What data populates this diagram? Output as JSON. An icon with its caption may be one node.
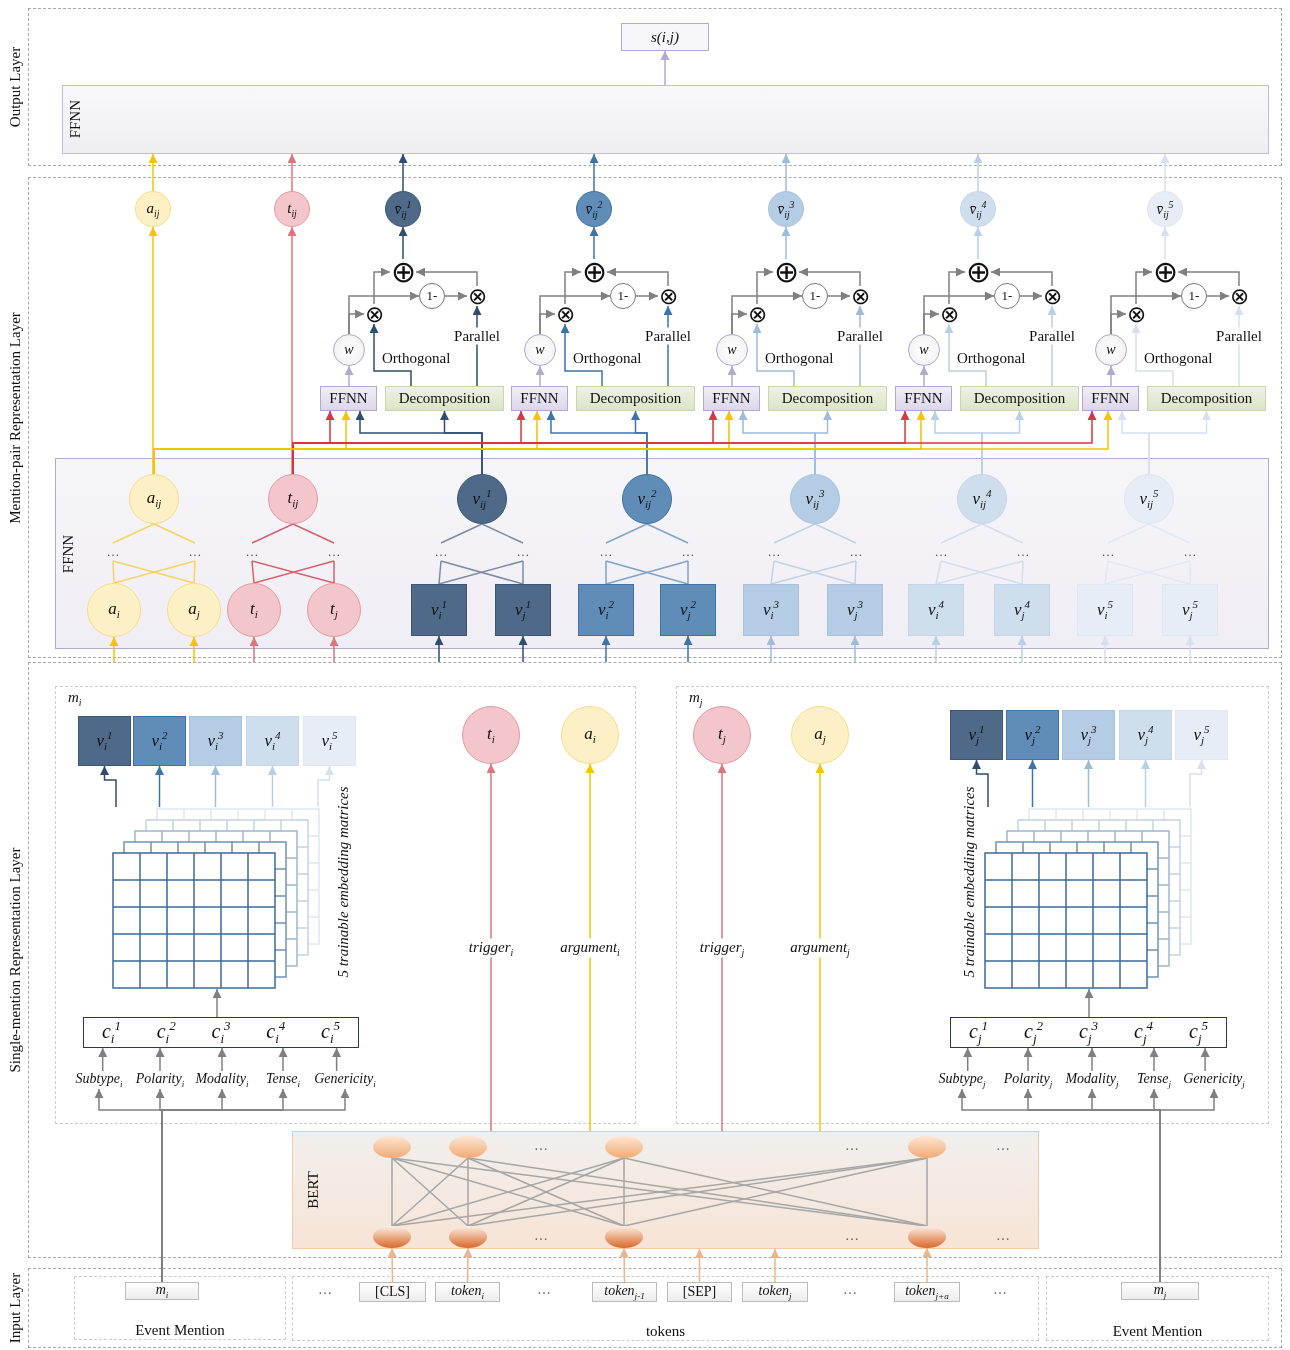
{
  "diagram": {
    "nodes": [
      {
        "text": [
          "Output Layer"
        ]
      },
      {
        "text": [
          "FFNN"
        ],
        "in": 0
      },
      {
        "text": [
          "s(i,j)"
        ],
        "in": 0
      },
      {
        "text": [
          "Mention-pair Representation Layer"
        ]
      },
      {
        "text": [
          "a$_{ij}$"
        ],
        "in": 3
      },
      {
        "text": [
          "t$_{ij}$"
        ],
        "in": 3
      },
      {
        "text": [
          "v̄$_{ij}$$^{1}$"
        ],
        "in": 3
      },
      {
        "text": [
          "v̄$_{ij}$$^{2}$"
        ],
        "in": 3
      },
      {
        "text": [
          "v̄$_{ij}$$^{3}$"
        ],
        "in": 3
      },
      {
        "text": [
          "v̄$_{ij}$$^{4}$"
        ],
        "in": 3
      },
      {
        "text": [
          "v̄$_{ij}$$^{5}$"
        ],
        "in": 3
      },
      {
        "text": [
          "⊕"
        ],
        "in": 3
      },
      {
        "text": [
          "⊗"
        ],
        "in": 3
      },
      {
        "text": [
          "1-"
        ],
        "in": 3
      },
      {
        "text": [
          "⊗"
        ],
        "in": 3
      },
      {
        "text": [
          "w"
        ],
        "in": 3
      },
      {
        "text": [
          "FFNN"
        ],
        "in": 3
      },
      {
        "text": [
          "Decomposition"
        ],
        "in": 3
      },
      {
        "text": [
          "⊕"
        ],
        "in": 3
      },
      {
        "text": [
          "⊗"
        ],
        "in": 3
      },
      {
        "text": [
          "1-"
        ],
        "in": 3
      },
      {
        "text": [
          "⊗"
        ],
        "in": 3
      },
      {
        "text": [
          "w"
        ],
        "in": 3
      },
      {
        "text": [
          "FFNN"
        ],
        "in": 3
      },
      {
        "text": [
          "Decomposition"
        ],
        "in": 3
      },
      {
        "text": [
          "⊕"
        ],
        "in": 3
      },
      {
        "text": [
          "⊗"
        ],
        "in": 3
      },
      {
        "text": [
          "1-"
        ],
        "in": 3
      },
      {
        "text": [
          "⊗"
        ],
        "in": 3
      },
      {
        "text": [
          "w"
        ],
        "in": 3
      },
      {
        "text": [
          "FFNN"
        ],
        "in": 3
      },
      {
        "text": [
          "Decomposition"
        ],
        "in": 3
      },
      {
        "text": [
          "⊕"
        ],
        "in": 3
      },
      {
        "text": [
          "⊗"
        ],
        "in": 3
      },
      {
        "text": [
          "1-"
        ],
        "in": 3
      },
      {
        "text": [
          "⊗"
        ],
        "in": 3
      },
      {
        "text": [
          "w"
        ],
        "in": 3
      },
      {
        "text": [
          "FFNN"
        ],
        "in": 3
      },
      {
        "text": [
          "Decomposition"
        ],
        "in": 3
      },
      {
        "text": [
          "⊕"
        ],
        "in": 3
      },
      {
        "text": [
          "⊗"
        ],
        "in": 3
      },
      {
        "text": [
          "1-"
        ],
        "in": 3
      },
      {
        "text": [
          "⊗"
        ],
        "in": 3
      },
      {
        "text": [
          "w"
        ],
        "in": 3
      },
      {
        "text": [
          "FFNN"
        ],
        "in": 3
      },
      {
        "text": [
          "Decomposition"
        ],
        "in": 3
      },
      {
        "text": [
          "FFNN"
        ],
        "in": 3
      },
      {
        "text": [
          "a$_{ij}$"
        ],
        "in": 46
      },
      {
        "text": [
          "t$_{ij}$"
        ],
        "in": 46
      },
      {
        "text": [
          "v$_{ij}$$^{1}$"
        ],
        "in": 46
      },
      {
        "text": [
          "v$_{ij}$$^{2}$"
        ],
        "in": 46
      },
      {
        "text": [
          "v$_{ij}$$^{3}$"
        ],
        "in": 46
      },
      {
        "text": [
          "v$_{ij}$$^{4}$"
        ],
        "in": 46
      },
      {
        "text": [
          "v$_{ij}$$^{5}$"
        ],
        "in": 46
      },
      {
        "text": [
          "…"
        ],
        "in": 46
      },
      {
        "text": [
          "…"
        ],
        "in": 46
      },
      {
        "text": [
          "…"
        ],
        "in": 46
      },
      {
        "text": [
          "…"
        ],
        "in": 46
      },
      {
        "text": [
          "…"
        ],
        "in": 46
      },
      {
        "text": [
          "…"
        ],
        "in": 46
      },
      {
        "text": [
          "…"
        ],
        "in": 46
      },
      {
        "text": [
          "…"
        ],
        "in": 46
      },
      {
        "text": [
          "…"
        ],
        "in": 46
      },
      {
        "text": [
          "…"
        ],
        "in": 46
      },
      {
        "text": [
          "…"
        ],
        "in": 46
      },
      {
        "text": [
          "…"
        ],
        "in": 46
      },
      {
        "text": [
          "…"
        ],
        "in": 46
      },
      {
        "text": [
          "…"
        ],
        "in": 46
      },
      {
        "text": [
          "a$_{i}$"
        ],
        "in": 46
      },
      {
        "text": [
          "a$_{j}$"
        ],
        "in": 46
      },
      {
        "text": [
          "t$_{i}$"
        ],
        "in": 46
      },
      {
        "text": [
          "t$_{j}$"
        ],
        "in": 46
      },
      {
        "text": [
          "v$_{i}$$^{1}$"
        ],
        "in": 46
      },
      {
        "text": [
          "v$_{j}$$^{1}$"
        ],
        "in": 46
      },
      {
        "text": [
          "v$_{i}$$^{2}$"
        ],
        "in": 46
      },
      {
        "text": [
          "v$_{j}$$^{2}$"
        ],
        "in": 46
      },
      {
        "text": [
          "v$_{i}$$^{3}$"
        ],
        "in": 46
      },
      {
        "text": [
          "v$_{j}$$^{3}$"
        ],
        "in": 46
      },
      {
        "text": [
          "v$_{i}$$^{4}$"
        ],
        "in": 46
      },
      {
        "text": [
          "v$_{j}$$^{4}$"
        ],
        "in": 46
      },
      {
        "text": [
          "v$_{i}$$^{5}$"
        ],
        "in": 46
      },
      {
        "text": [
          "v$_{j}$$^{5}$"
        ],
        "in": 46
      },
      {
        "text": [
          "Single-mention Representation Layer"
        ]
      },
      {
        "text": [
          "m$_{i}$"
        ],
        "in": 82
      },
      {
        "text": [
          "v$_{i}$$^{1}$"
        ],
        "in": 83
      },
      {
        "text": [
          "v$_{i}$$^{2}$"
        ],
        "in": 83
      },
      {
        "text": [
          "v$_{i}$$^{3}$"
        ],
        "in": 83
      },
      {
        "text": [
          "v$_{i}$$^{4}$"
        ],
        "in": 83
      },
      {
        "text": [
          "v$_{i}$$^{5}$"
        ],
        "in": 83
      },
      {
        "text": [
          "t$_{i}$"
        ],
        "in": 83
      },
      {
        "text": [
          "a$_{i}$"
        ],
        "in": 83
      },
      {
        "text": [],
        "shape": "box",
        "in": 83,
        "beside": [
          "5 trainable embedding matrices"
        ]
      },
      {
        "text": [
          "c$_{i}$$^{1}$",
          "c$_{i}$$^{2}$",
          "c$_{i}$$^{3}$",
          "c$_{i}$$^{4}$",
          "c$_{i}$$^{5}$"
        ],
        "in": 83
      },
      {
        "text": [
          "Subtype$_{i}$"
        ],
        "in": 83
      },
      {
        "text": [
          "Polarity$_{i}$"
        ],
        "in": 83
      },
      {
        "text": [
          "Modality$_{i}$"
        ],
        "in": 83
      },
      {
        "text": [
          "Tense$_{i}$"
        ],
        "in": 83
      },
      {
        "text": [
          "Genericity$_{i}$"
        ],
        "in": 83
      },
      {
        "text": [
          "m$_{j}$"
        ],
        "in": 82
      },
      {
        "text": [
          "t$_{j}$"
        ],
        "in": 98
      },
      {
        "text": [
          "a$_{j}$"
        ],
        "in": 98
      },
      {
        "text": [
          "v$_{j}$$^{1}$"
        ],
        "in": 98
      },
      {
        "text": [
          "v$_{j}$$^{2}$"
        ],
        "in": 98
      },
      {
        "text": [
          "v$_{j}$$^{3}$"
        ],
        "in": 98
      },
      {
        "text": [
          "v$_{j}$$^{4}$"
        ],
        "in": 98
      },
      {
        "text": [
          "v$_{j}$$^{5}$"
        ],
        "in": 98
      },
      {
        "text": [],
        "shape": "box",
        "in": 98,
        "beside": [
          "5 trainable embedding matrices"
        ]
      },
      {
        "text": [
          "c$_{j}$$^{1}$",
          "c$_{j}$$^{2}$",
          "c$_{j}$$^{3}$",
          "c$_{j}$$^{4}$",
          "c$_{j}$$^{5}$"
        ],
        "in": 98
      },
      {
        "text": [
          "Subtype$_{j}$"
        ],
        "in": 98
      },
      {
        "text": [
          "Polarity$_{j}$"
        ],
        "in": 98
      },
      {
        "text": [
          "Modality$_{j}$"
        ],
        "in": 98
      },
      {
        "text": [
          "Tense$_{j}$"
        ],
        "in": 98
      },
      {
        "text": [
          "Genericity$_{j}$"
        ],
        "in": 98
      },
      {
        "text": [
          "BERT"
        ],
        "in": 82
      },
      {
        "text": [],
        "shape": "circle",
        "in": 113
      },
      {
        "text": [],
        "shape": "circle",
        "in": 113
      },
      {
        "text": [],
        "shape": "circle",
        "in": 113
      },
      {
        "text": [],
        "shape": "circle",
        "in": 113
      },
      {
        "text": [],
        "shape": "circle",
        "in": 113
      },
      {
        "text": [],
        "shape": "circle",
        "in": 113
      },
      {
        "text": [],
        "shape": "circle",
        "in": 113
      },
      {
        "text": [],
        "shape": "circle",
        "in": 113
      },
      {
        "text": [
          "Input Layer"
        ]
      },
      {
        "text": [
          "Event Mention"
        ],
        "in": 122
      },
      {
        "text": [
          "m$_{i}$"
        ],
        "in": 123
      },
      {
        "text": [
          "tokens"
        ],
        "in": 122
      },
      {
        "text": [
          "[CLS]"
        ],
        "in": 125
      },
      {
        "text": [
          "token$_{i}$"
        ],
        "in": 125
      },
      {
        "text": [
          "token$_{j-1}$"
        ],
        "in": 125
      },
      {
        "text": [
          "[SEP]"
        ],
        "in": 125
      },
      {
        "text": [
          "token$_{j}$"
        ],
        "in": 125
      },
      {
        "text": [
          "token$_{j+a}$"
        ],
        "in": 125
      },
      {
        "text": [
          "Event Mention"
        ],
        "in": 122
      },
      {
        "text": [
          "m$_{j}$"
        ],
        "in": 132
      }
    ],
    "edges": [
      {
        "from": 1,
        "to": 2,
        "arrow": "to",
        "color": "#b4a7d0"
      },
      {
        "from": 4,
        "to": 1,
        "arrow": "to",
        "color": "#f5c400"
      },
      {
        "from": 5,
        "to": 1,
        "arrow": "to",
        "color": "#e0747c"
      },
      {
        "from": 6,
        "to": 1,
        "arrow": "to",
        "color": "#2e4e70"
      },
      {
        "from": 7,
        "to": 1,
        "arrow": "to",
        "color": "#3f73a8"
      },
      {
        "from": 8,
        "to": 1,
        "arrow": "to",
        "color": "#9dbbdb"
      },
      {
        "from": 9,
        "to": 1,
        "arrow": "to",
        "color": "#b9cfe5"
      },
      {
        "from": 10,
        "to": 1,
        "arrow": "to",
        "color": "#d5e1ee"
      },
      {
        "from": 47,
        "to": 4,
        "arrow": "to",
        "color": "#f5c400"
      },
      {
        "from": 48,
        "to": 5,
        "arrow": "to",
        "color": "#e0747c"
      },
      {
        "from": 16,
        "to": 15,
        "arrow": "to",
        "color": "#b4a7d0"
      },
      {
        "from": 15,
        "to": 12,
        "arrow": "to"
      },
      {
        "from": 15,
        "to": 13,
        "arrow": "to"
      },
      {
        "from": 12,
        "to": 11,
        "arrow": "to"
      },
      {
        "from": 13,
        "to": 14,
        "arrow": "to"
      },
      {
        "from": 14,
        "to": 11,
        "arrow": "to"
      },
      {
        "from": 17,
        "to": 12,
        "arrow": "to",
        "label": "Orthogonal",
        "color": "#2e4e70"
      },
      {
        "from": 17,
        "to": 14,
        "arrow": "to",
        "label": "Parallel",
        "color": "#2e4e70"
      },
      {
        "from": 11,
        "to": 6,
        "arrow": "to",
        "color": "#2e4e70"
      },
      {
        "from": 48,
        "to": 16,
        "arrow": "to",
        "color": "#d9363e"
      },
      {
        "from": 47,
        "to": 16,
        "arrow": "to",
        "color": "#f5c400"
      },
      {
        "from": 49,
        "to": 16,
        "arrow": "to",
        "color": "#2e4e70"
      },
      {
        "from": 49,
        "to": 17,
        "arrow": "to",
        "color": "#2e4e70"
      },
      {
        "from": 23,
        "to": 22,
        "arrow": "to",
        "color": "#b4a7d0"
      },
      {
        "from": 22,
        "to": 19,
        "arrow": "to"
      },
      {
        "from": 22,
        "to": 20,
        "arrow": "to"
      },
      {
        "from": 19,
        "to": 18,
        "arrow": "to"
      },
      {
        "from": 20,
        "to": 21,
        "arrow": "to"
      },
      {
        "from": 21,
        "to": 18,
        "arrow": "to"
      },
      {
        "from": 24,
        "to": 19,
        "arrow": "to",
        "label": "Orthogonal",
        "color": "#3f73a8"
      },
      {
        "from": 24,
        "to": 21,
        "arrow": "to",
        "label": "Parallel",
        "color": "#3f73a8"
      },
      {
        "from": 18,
        "to": 7,
        "arrow": "to",
        "color": "#3f73a8"
      },
      {
        "from": 48,
        "to": 23,
        "arrow": "to",
        "color": "#d9363e"
      },
      {
        "from": 47,
        "to": 23,
        "arrow": "to",
        "color": "#f5c400"
      },
      {
        "from": 50,
        "to": 23,
        "arrow": "to",
        "color": "#3f73a8"
      },
      {
        "from": 50,
        "to": 24,
        "arrow": "to",
        "color": "#3f73a8"
      },
      {
        "from": 30,
        "to": 29,
        "arrow": "to",
        "color": "#b4a7d0"
      },
      {
        "from": 29,
        "to": 26,
        "arrow": "to"
      },
      {
        "from": 29,
        "to": 27,
        "arrow": "to"
      },
      {
        "from": 26,
        "to": 25,
        "arrow": "to"
      },
      {
        "from": 27,
        "to": 28,
        "arrow": "to"
      },
      {
        "from": 28,
        "to": 25,
        "arrow": "to"
      },
      {
        "from": 31,
        "to": 26,
        "arrow": "to",
        "label": "Orthogonal",
        "color": "#9dbbdb"
      },
      {
        "from": 31,
        "to": 28,
        "arrow": "to",
        "label": "Parallel",
        "color": "#9dbbdb"
      },
      {
        "from": 25,
        "to": 8,
        "arrow": "to",
        "color": "#9dbbdb"
      },
      {
        "from": 48,
        "to": 30,
        "arrow": "to",
        "color": "#d9363e"
      },
      {
        "from": 47,
        "to": 30,
        "arrow": "to",
        "color": "#f5c400"
      },
      {
        "from": 51,
        "to": 30,
        "arrow": "to",
        "color": "#9dbbdb"
      },
      {
        "from": 51,
        "to": 31,
        "arrow": "to",
        "color": "#9dbbdb"
      },
      {
        "from": 37,
        "to": 36,
        "arrow": "to",
        "color": "#b4a7d0"
      },
      {
        "from": 36,
        "to": 33,
        "arrow": "to"
      },
      {
        "from": 36,
        "to": 34,
        "arrow": "to"
      },
      {
        "from": 33,
        "to": 32,
        "arrow": "to"
      },
      {
        "from": 34,
        "to": 35,
        "arrow": "to"
      },
      {
        "from": 35,
        "to": 32,
        "arrow": "to"
      },
      {
        "from": 38,
        "to": 33,
        "arrow": "to",
        "label": "Orthogonal",
        "color": "#b9cfe5"
      },
      {
        "from": 38,
        "to": 35,
        "arrow": "to",
        "label": "Parallel",
        "color": "#b9cfe5"
      },
      {
        "from": 32,
        "to": 9,
        "arrow": "to",
        "color": "#b9cfe5"
      },
      {
        "from": 48,
        "to": 37,
        "arrow": "to",
        "color": "#d9363e"
      },
      {
        "from": 47,
        "to": 37,
        "arrow": "to",
        "color": "#f5c400"
      },
      {
        "from": 52,
        "to": 37,
        "arrow": "to",
        "color": "#b9cfe5"
      },
      {
        "from": 52,
        "to": 38,
        "arrow": "to",
        "color": "#b9cfe5"
      },
      {
        "from": 44,
        "to": 43,
        "arrow": "to",
        "color": "#b4a7d0"
      },
      {
        "from": 43,
        "to": 40,
        "arrow": "to"
      },
      {
        "from": 43,
        "to": 41,
        "arrow": "to"
      },
      {
        "from": 40,
        "to": 39,
        "arrow": "to"
      },
      {
        "from": 41,
        "to": 42,
        "arrow": "to"
      },
      {
        "from": 42,
        "to": 39,
        "arrow": "to"
      },
      {
        "from": 45,
        "to": 40,
        "arrow": "to",
        "label": "Orthogonal",
        "color": "#d5e1ee"
      },
      {
        "from": 45,
        "to": 42,
        "arrow": "to",
        "label": "Parallel",
        "color": "#d5e1ee"
      },
      {
        "from": 39,
        "to": 10,
        "arrow": "to",
        "color": "#d5e1ee"
      },
      {
        "from": 48,
        "to": 44,
        "arrow": "to",
        "color": "#d9363e"
      },
      {
        "from": 47,
        "to": 44,
        "arrow": "to",
        "color": "#f5c400"
      },
      {
        "from": 53,
        "to": 44,
        "arrow": "to",
        "color": "#d5e1ee"
      },
      {
        "from": 53,
        "to": 45,
        "arrow": "to",
        "color": "#d5e1ee"
      },
      {
        "from": 68,
        "to": 54,
        "arrow": "none",
        "color": "#f8d364"
      },
      {
        "from": 68,
        "to": 55,
        "arrow": "none",
        "color": "#f8d364"
      },
      {
        "from": 69,
        "to": 54,
        "arrow": "none",
        "color": "#f8d364"
      },
      {
        "from": 69,
        "to": 55,
        "arrow": "none",
        "color": "#f8d364"
      },
      {
        "from": 54,
        "to": 47,
        "arrow": "none",
        "color": "#f8d364"
      },
      {
        "from": 55,
        "to": 47,
        "arrow": "none",
        "color": "#f8d364"
      },
      {
        "from": 70,
        "to": 56,
        "arrow": "none",
        "color": "#d9606a"
      },
      {
        "from": 70,
        "to": 57,
        "arrow": "none",
        "color": "#d9606a"
      },
      {
        "from": 71,
        "to": 56,
        "arrow": "none",
        "color": "#d9606a"
      },
      {
        "from": 71,
        "to": 57,
        "arrow": "none",
        "color": "#d9606a"
      },
      {
        "from": 56,
        "to": 48,
        "arrow": "none",
        "color": "#d9606a"
      },
      {
        "from": 57,
        "to": 48,
        "arrow": "none",
        "color": "#d9606a"
      },
      {
        "from": 72,
        "to": 58,
        "arrow": "none",
        "color": "#7d8ba3"
      },
      {
        "from": 72,
        "to": 59,
        "arrow": "none",
        "color": "#7d8ba3"
      },
      {
        "from": 73,
        "to": 58,
        "arrow": "none",
        "color": "#7d8ba3"
      },
      {
        "from": 73,
        "to": 59,
        "arrow": "none",
        "color": "#7d8ba3"
      },
      {
        "from": 58,
        "to": 49,
        "arrow": "none",
        "color": "#7d8ba3"
      },
      {
        "from": 59,
        "to": 49,
        "arrow": "none",
        "color": "#7d8ba3"
      },
      {
        "from": 74,
        "to": 60,
        "arrow": "none",
        "color": "#7ea3c9"
      },
      {
        "from": 74,
        "to": 61,
        "arrow": "none",
        "color": "#7ea3c9"
      },
      {
        "from": 75,
        "to": 60,
        "arrow": "none",
        "color": "#7ea3c9"
      },
      {
        "from": 75,
        "to": 61,
        "arrow": "none",
        "color": "#7ea3c9"
      },
      {
        "from": 60,
        "to": 50,
        "arrow": "none",
        "color": "#7ea3c9"
      },
      {
        "from": 61,
        "to": 50,
        "arrow": "none",
        "color": "#7ea3c9"
      },
      {
        "from": 76,
        "to": 62,
        "arrow": "none",
        "color": "#c0d2e6"
      },
      {
        "from": 76,
        "to": 63,
        "arrow": "none",
        "color": "#c0d2e6"
      },
      {
        "from": 77,
        "to": 62,
        "arrow": "none",
        "color": "#c0d2e6"
      },
      {
        "from": 77,
        "to": 63,
        "arrow": "none",
        "color": "#c0d2e6"
      },
      {
        "from": 62,
        "to": 51,
        "arrow": "none",
        "color": "#c0d2e6"
      },
      {
        "from": 63,
        "to": 51,
        "arrow": "none",
        "color": "#c0d2e6"
      },
      {
        "from": 78,
        "to": 64,
        "arrow": "none",
        "color": "#d3dfec"
      },
      {
        "from": 78,
        "to": 65,
        "arrow": "none",
        "color": "#d3dfec"
      },
      {
        "from": 79,
        "to": 64,
        "arrow": "none",
        "color": "#d3dfec"
      },
      {
        "from": 79,
        "to": 65,
        "arrow": "none",
        "color": "#d3dfec"
      },
      {
        "from": 64,
        "to": 52,
        "arrow": "none",
        "color": "#d3dfec"
      },
      {
        "from": 65,
        "to": 52,
        "arrow": "none",
        "color": "#d3dfec"
      },
      {
        "from": 80,
        "to": 66,
        "arrow": "none",
        "color": "#e2e9f2"
      },
      {
        "from": 80,
        "to": 67,
        "arrow": "none",
        "color": "#e2e9f2"
      },
      {
        "from": 81,
        "to": 66,
        "arrow": "none",
        "color": "#e2e9f2"
      },
      {
        "from": 81,
        "to": 67,
        "arrow": "none",
        "color": "#e2e9f2"
      },
      {
        "from": 66,
        "to": 53,
        "arrow": "none",
        "color": "#e2e9f2"
      },
      {
        "from": 67,
        "to": 53,
        "arrow": "none",
        "color": "#e2e9f2"
      },
      {
        "from": 82,
        "to": 68,
        "arrow": "to",
        "color": "#f5c400"
      },
      {
        "from": 82,
        "to": 69,
        "arrow": "to",
        "color": "#f5c400"
      },
      {
        "from": 82,
        "to": 70,
        "arrow": "to",
        "color": "#e0747c"
      },
      {
        "from": 82,
        "to": 71,
        "arrow": "to",
        "color": "#e0747c"
      },
      {
        "from": 82,
        "to": 72,
        "arrow": "to",
        "color": "#2e4e70"
      },
      {
        "from": 82,
        "to": 73,
        "arrow": "to",
        "color": "#2e4e70"
      },
      {
        "from": 82,
        "to": 74,
        "arrow": "to",
        "color": "#3f73a8"
      },
      {
        "from": 82,
        "to": 75,
        "arrow": "to",
        "color": "#3f73a8"
      },
      {
        "from": 82,
        "to": 76,
        "arrow": "to",
        "color": "#9dbbdb"
      },
      {
        "from": 82,
        "to": 77,
        "arrow": "to",
        "color": "#9dbbdb"
      },
      {
        "from": 82,
        "to": 78,
        "arrow": "to",
        "color": "#b9cfe5"
      },
      {
        "from": 82,
        "to": 79,
        "arrow": "to",
        "color": "#b9cfe5"
      },
      {
        "from": 82,
        "to": 80,
        "arrow": "to",
        "color": "#d5e1ee"
      },
      {
        "from": 82,
        "to": 81,
        "arrow": "to",
        "color": "#d5e1ee"
      },
      {
        "from": 91,
        "to": 84,
        "arrow": "to",
        "color": "#2e4e70"
      },
      {
        "from": 91,
        "to": 85,
        "arrow": "to",
        "color": "#3f73a8"
      },
      {
        "from": 91,
        "to": 86,
        "arrow": "to",
        "color": "#9dbbdb"
      },
      {
        "from": 91,
        "to": 87,
        "arrow": "to",
        "color": "#b9cfe5"
      },
      {
        "from": 91,
        "to": 88,
        "arrow": "to",
        "color": "#d5e1ee"
      },
      {
        "from": 92,
        "to": 91,
        "arrow": "to"
      },
      {
        "from": 93,
        "to": 92,
        "arrow": "to"
      },
      {
        "from": 94,
        "to": 92,
        "arrow": "to"
      },
      {
        "from": 95,
        "to": 92,
        "arrow": "to"
      },
      {
        "from": 96,
        "to": 92,
        "arrow": "to"
      },
      {
        "from": 97,
        "to": 92,
        "arrow": "to"
      },
      {
        "from": 124,
        "to": 93,
        "arrow": "to"
      },
      {
        "from": 124,
        "to": 94,
        "arrow": "to"
      },
      {
        "from": 124,
        "to": 95,
        "arrow": "to"
      },
      {
        "from": 124,
        "to": 96,
        "arrow": "to"
      },
      {
        "from": 124,
        "to": 97,
        "arrow": "to"
      },
      {
        "from": 113,
        "to": 89,
        "arrow": "to",
        "label": "trigger$_{i}$",
        "color": "#e0747c"
      },
      {
        "from": 113,
        "to": 90,
        "arrow": "to",
        "label": "argument$_{i}$",
        "color": "#f5c400"
      },
      {
        "from": 106,
        "to": 101,
        "arrow": "to",
        "color": "#2e4e70"
      },
      {
        "from": 106,
        "to": 102,
        "arrow": "to",
        "color": "#3f73a8"
      },
      {
        "from": 106,
        "to": 103,
        "arrow": "to",
        "color": "#9dbbdb"
      },
      {
        "from": 106,
        "to": 104,
        "arrow": "to",
        "color": "#b9cfe5"
      },
      {
        "from": 106,
        "to": 105,
        "arrow": "to",
        "color": "#d5e1ee"
      },
      {
        "from": 107,
        "to": 106,
        "arrow": "to"
      },
      {
        "from": 108,
        "to": 107,
        "arrow": "to"
      },
      {
        "from": 109,
        "to": 107,
        "arrow": "to"
      },
      {
        "from": 110,
        "to": 107,
        "arrow": "to"
      },
      {
        "from": 111,
        "to": 107,
        "arrow": "to"
      },
      {
        "from": 112,
        "to": 107,
        "arrow": "to"
      },
      {
        "from": 133,
        "to": 108,
        "arrow": "to"
      },
      {
        "from": 133,
        "to": 109,
        "arrow": "to"
      },
      {
        "from": 133,
        "to": 110,
        "arrow": "to"
      },
      {
        "from": 133,
        "to": 111,
        "arrow": "to"
      },
      {
        "from": 133,
        "to": 112,
        "arrow": "to"
      },
      {
        "from": 113,
        "to": 99,
        "arrow": "to",
        "label": "trigger$_{j}$",
        "color": "#e0747c"
      },
      {
        "from": 113,
        "to": 100,
        "arrow": "to",
        "label": "argument$_{j}$",
        "color": "#f5c400"
      },
      {
        "from": 118,
        "to": 114,
        "arrow": "none",
        "color": "#a6a6a6"
      },
      {
        "from": 118,
        "to": 115,
        "arrow": "none",
        "color": "#a6a6a6"
      },
      {
        "from": 118,
        "to": 116,
        "arrow": "none",
        "color": "#a6a6a6"
      },
      {
        "from": 118,
        "to": 117,
        "arrow": "none",
        "color": "#a6a6a6"
      },
      {
        "from": 119,
        "to": 114,
        "arrow": "none",
        "color": "#a6a6a6"
      },
      {
        "from": 119,
        "to": 115,
        "arrow": "none",
        "color": "#a6a6a6"
      },
      {
        "from": 119,
        "to": 116,
        "arrow": "none",
        "color": "#a6a6a6"
      },
      {
        "from": 119,
        "to": 117,
        "arrow": "none",
        "color": "#a6a6a6"
      },
      {
        "from": 120,
        "to": 114,
        "arrow": "none",
        "color": "#a6a6a6"
      },
      {
        "from": 120,
        "to": 115,
        "arrow": "none",
        "color": "#a6a6a6"
      },
      {
        "from": 120,
        "to": 116,
        "arrow": "none",
        "color": "#a6a6a6"
      },
      {
        "from": 120,
        "to": 117,
        "arrow": "none",
        "color": "#a6a6a6"
      },
      {
        "from": 121,
        "to": 114,
        "arrow": "none",
        "color": "#a6a6a6"
      },
      {
        "from": 121,
        "to": 115,
        "arrow": "none",
        "color": "#a6a6a6"
      },
      {
        "from": 121,
        "to": 116,
        "arrow": "none",
        "color": "#a6a6a6"
      },
      {
        "from": 121,
        "to": 117,
        "arrow": "none",
        "color": "#a6a6a6"
      },
      {
        "from": 126,
        "to": 118,
        "arrow": "to",
        "color": "#f0b48a"
      },
      {
        "from": 127,
        "to": 119,
        "arrow": "to",
        "color": "#f0b48a"
      },
      {
        "from": 128,
        "to": 120,
        "arrow": "to",
        "color": "#f0b48a"
      },
      {
        "from": 131,
        "to": 121,
        "arrow": "to",
        "color": "#f0b48a"
      },
      {
        "from": 129,
        "to": 113,
        "arrow": "to",
        "color": "#f0b48a"
      },
      {
        "from": 130,
        "to": 113,
        "arrow": "to",
        "color": "#f0b48a"
      }
    ],
    "labels": [
      "…",
      "…",
      "…",
      "…",
      "…",
      "…",
      "…",
      "…",
      "…",
      "…"
    ]
  }
}
